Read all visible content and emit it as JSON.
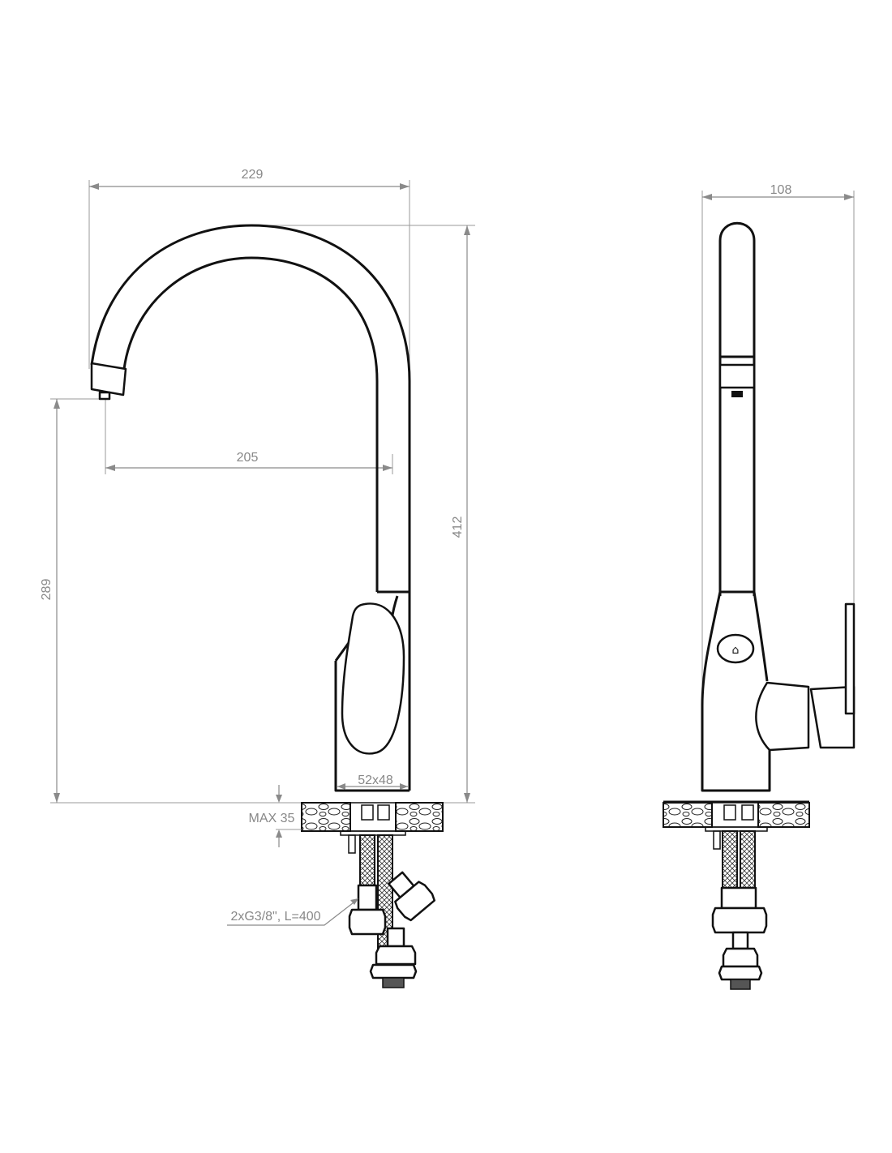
{
  "drawing": {
    "front_view": {
      "overall_width": "229",
      "overall_height": "412",
      "spout_reach": "205",
      "spout_height": "289",
      "base_size": "52x48",
      "max_countertop": "MAX 35",
      "hoses": "2xG3/8\", L=400"
    },
    "side_view": {
      "overall_depth": "108"
    }
  }
}
